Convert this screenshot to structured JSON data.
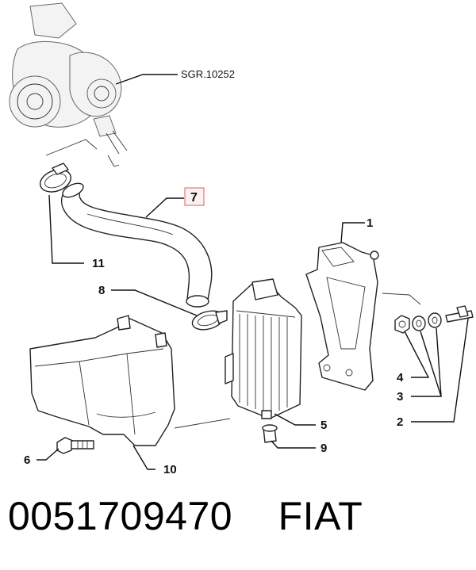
{
  "diagram": {
    "reference_label": "SGR.10252",
    "highlighted_callout": "7",
    "callouts": [
      "1",
      "2",
      "3",
      "4",
      "5",
      "6",
      "8",
      "9",
      "10",
      "11"
    ]
  },
  "caption": {
    "part_number": "0051709470",
    "brand": "FIAT",
    "text": "0051709470    FIAT"
  },
  "colors": {
    "highlight_box": "#e06060",
    "line": "#111111",
    "background": "#ffffff"
  }
}
